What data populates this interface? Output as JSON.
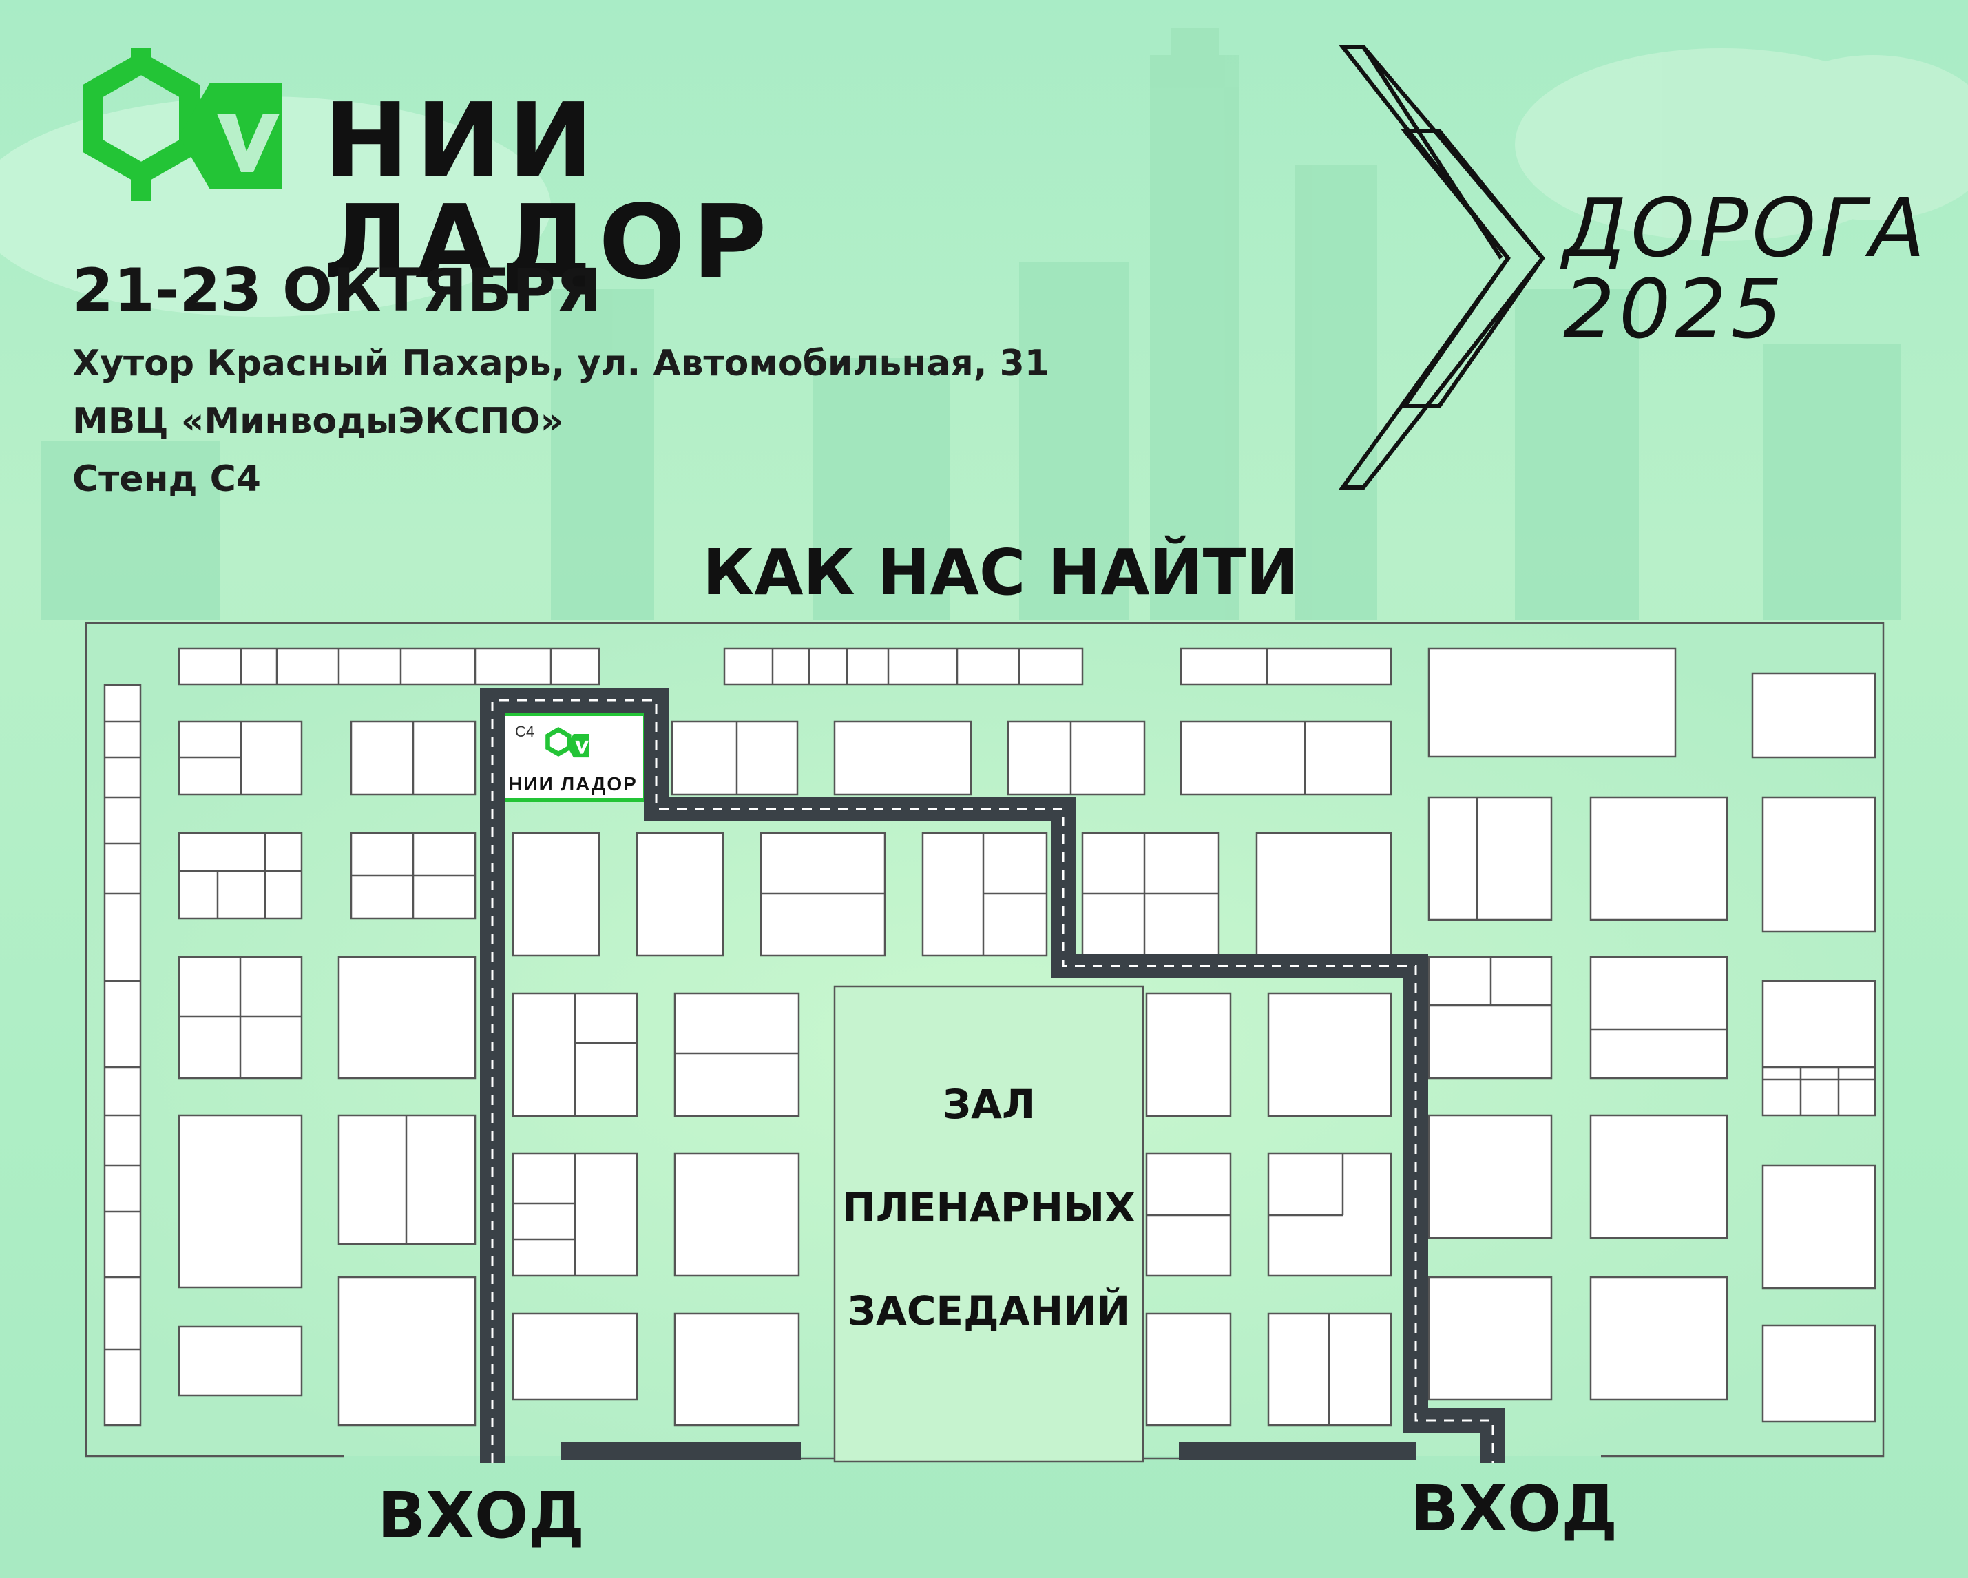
{
  "brand": {
    "name": "НИИ ЛАДОР",
    "logo_icon": "hexagon-checkmark-icon",
    "accent_color": "#23c436"
  },
  "event": {
    "dates": "21-23 ОКТЯБРЯ",
    "address_line1": "Хутор Красный Пахарь, ул. Автомобильная, 31",
    "address_line2": "МВЦ «МинводыЭКСПО»",
    "address_line3": "Стенд С4",
    "logo_line1": "ДОРОГА",
    "logo_line2": "2025"
  },
  "map": {
    "title": "КАК НАС НАЙТИ",
    "booth_code": "С4",
    "booth_name": "НИИ ЛАДОР",
    "hall_line1": "ЗАЛ",
    "hall_line2": "ПЛЕНАРНЫХ",
    "hall_line3": "ЗАСЕДАНИЙ",
    "entrance_left": "ВХОД",
    "entrance_right": "ВХОД",
    "route_color": "#3a4147"
  }
}
